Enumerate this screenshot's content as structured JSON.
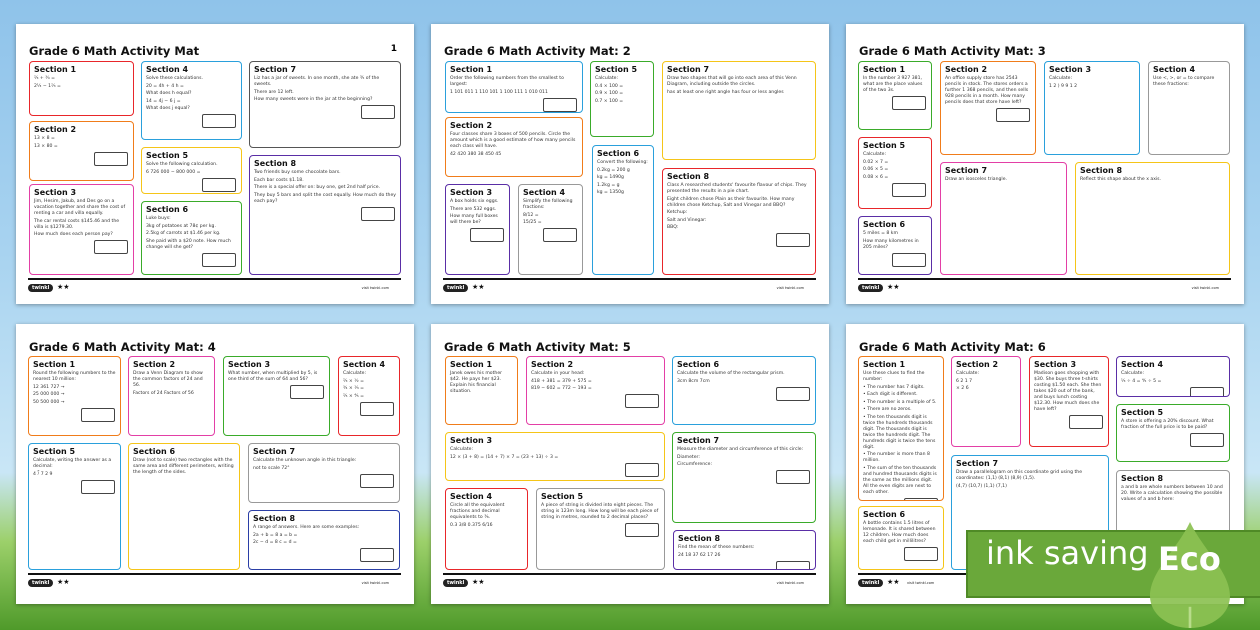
{
  "footer": {
    "logo": "twinkl",
    "stars": "★★",
    "site": "visit twinkl.com"
  },
  "badge": {
    "text": "ink saving",
    "eco": "Eco",
    "color": "#6aa83a"
  },
  "mats": [
    {
      "title": "Grade 6 Math Activity Mat",
      "page": "1",
      "sections": [
        {
          "h": "Section 1",
          "color": "#e8262a",
          "lines": [
            "⅔ + ¾ =",
            "2⅓ − 1⅔ ="
          ]
        },
        {
          "h": "Section 2",
          "color": "#f07c1a",
          "lines": [
            "",
            "13 × 8 =",
            "13 × 80 ="
          ]
        },
        {
          "h": "Section 3",
          "color": "#e33fa6",
          "lines": [
            "Jim, Hesim, Jakub, and Des go on a vacation together and share the cost of renting a car and villa equally.",
            "The car rental costs $145.46 and the villa is $1279.30.",
            "How much does each person pay?"
          ]
        },
        {
          "h": "Section 4",
          "color": "#2aa0dc",
          "lines": [
            "Solve these calculations.",
            "20 = 4h + 4    h =",
            "What does h equal?",
            "14 = 4j − 6    j =",
            "What does j equal?"
          ]
        },
        {
          "h": "Section 5",
          "color": "#f5c518",
          "lines": [
            "Solve the following calculation.",
            "6 726 000 − 800 000 ="
          ]
        },
        {
          "h": "Section 6",
          "color": "#3aab2a",
          "lines": [
            "Luke buys:",
            "3kg of potatoes at 78¢ per kg.",
            "2.5kg of carrots at $1.46 per kg.",
            "She paid with a $20 note. How much change will she get?"
          ]
        },
        {
          "h": "Section 7",
          "color": "#555555",
          "lines": [
            "Liz has a jar of sweets. In one month, she ate ⅗ of the sweets.",
            "There are 12 left.",
            "How many sweets were in the jar at the beginning?"
          ]
        },
        {
          "h": "Section 8",
          "color": "#5a2ea6",
          "lines": [
            "Two friends buy some chocolate bars.",
            "Each bar costs $1.18.",
            "There is a special offer on: buy one, get 2nd half price.",
            "They buy 5 bars and split the cost equally. How much do they each pay?"
          ]
        }
      ]
    },
    {
      "title": "Grade 6 Math Activity Mat: 2",
      "page": "",
      "sections": [
        {
          "h": "Section 1",
          "color": "#2aa0dc",
          "lines": [
            "Order the following numbers from the smallest to largest:",
            "1 101 011    1 110 101    1 100 111    1 010 011"
          ]
        },
        {
          "h": "Section 2",
          "color": "#f07c1a",
          "lines": [
            "Four classes share 3 boxes of 500 pencils. Circle the amount which is a good estimate of how many pencils each class will have.",
            "42    420    380    38    450    45"
          ]
        },
        {
          "h": "Section 3",
          "color": "#5a2ea6",
          "lines": [
            "A box holds six eggs.",
            "There are 532 eggs.",
            "How many full boxes will there be?"
          ]
        },
        {
          "h": "Section 4",
          "color": "#999999",
          "lines": [
            "Simplify the following fractions:",
            "8/12 =",
            "15/25 ="
          ]
        },
        {
          "h": "Section 5",
          "color": "#3aab2a",
          "lines": [
            "Calculate:",
            "0.4 × 100 =",
            "0.9 × 100 =",
            "0.7 × 100 ="
          ]
        },
        {
          "h": "Section 6",
          "color": "#2aa0dc",
          "lines": [
            "Convert the following:",
            "0.2kg = 200 g",
            "kg = 1490g",
            "1.2kg = g",
            "kg = 1350g"
          ]
        },
        {
          "h": "Section 7",
          "color": "#f5c518",
          "lines": [
            "Draw two shapes that will go into each area of this Venn Diagram, including outside the circles.",
            "has at least one right angle    has four or less angles"
          ]
        },
        {
          "h": "Section 8",
          "color": "#e8262a",
          "lines": [
            "Class A researched students' favourite flavour of chips. They presented the results in a pie chart.",
            "Eight children chose Plain as their favourite. How many children chose Ketchup, Salt and Vinegar and BBQ?",
            "Ketchup:",
            "Salt and Vinegar:",
            "BBQ:"
          ]
        }
      ]
    },
    {
      "title": "Grade 6 Math Activity Mat: 3",
      "page": "",
      "sections": [
        {
          "h": "Section 1",
          "color": "#3aab2a",
          "lines": [
            "In the number 3 927 381, what are the place values of the two 3s."
          ]
        },
        {
          "h": "Section 2",
          "color": "#f07c1a",
          "lines": [
            "An office supply store has 2543 pencils in stock. The stores orders a further 1 368 pencils, and then sells 928 pencils in a month. How many pencils does that store have left?"
          ]
        },
        {
          "h": "Section 3",
          "color": "#2aa0dc",
          "lines": [
            "Calculate:",
            "1 2 ) 9 9 1 2"
          ]
        },
        {
          "h": "Section 4",
          "color": "#999999",
          "lines": [
            "Use <, >, or = to compare these fractions:"
          ]
        },
        {
          "h": "Section 5",
          "color": "#e8262a",
          "lines": [
            "Calculate:",
            "0.02 × 7 =",
            "0.06 × 5 =",
            "0.08 × 6 ="
          ]
        },
        {
          "h": "Section 6",
          "color": "#5a2ea6",
          "lines": [
            "5 miles = 8 km",
            "How many kilometres in 205 miles?"
          ]
        },
        {
          "h": "Section 7",
          "color": "#e33fa6",
          "lines": [
            "Draw an isosceles triangle."
          ]
        },
        {
          "h": "Section 8",
          "color": "#f5c518",
          "lines": [
            "Reflect this shape about the x axis."
          ]
        }
      ]
    },
    {
      "title": "Grade 6 Math Activity Mat: 4",
      "page": "",
      "sections": [
        {
          "h": "Section 1",
          "color": "#f07c1a",
          "lines": [
            "Round the following numbers to the nearest 10 million:",
            "12 361 727 →",
            "25 000 000 →",
            "50 500 000 →"
          ]
        },
        {
          "h": "Section 2",
          "color": "#e33fa6",
          "lines": [
            "Draw a Venn Diagram to show the common factors of 24 and 56.",
            "Factors of 24    Factors of 56"
          ]
        },
        {
          "h": "Section 3",
          "color": "#3aab2a",
          "lines": [
            "What number, when multiplied by 5, is one third of the sum of 64 and 56?"
          ]
        },
        {
          "h": "Section 4",
          "color": "#e8262a",
          "lines": [
            "Calculate:",
            "⅔ × ½ =",
            "¾ × ⅓ =",
            "⅖ × ⅘ ="
          ]
        },
        {
          "h": "Section 5",
          "color": "#2aa0dc",
          "lines": [
            "Calculate, writing the answer as a decimal:",
            "4 ⟌ 7 2 9"
          ]
        },
        {
          "h": "Section 6",
          "color": "#f5c518",
          "lines": [
            "Draw (not to scale) two rectangles with the same area and different perimeters, writing the length of the sides."
          ]
        },
        {
          "h": "Section 7",
          "color": "#999999",
          "lines": [
            "Calculate the unknown angle in this triangle:",
            "not to scale    72°"
          ]
        },
        {
          "h": "Section 8",
          "color": "#2a3ea6",
          "lines": [
            "A range of answers. Here are some examples:",
            "2a + b = 8    a =    b =",
            "2c − d = 8    c =    d ="
          ]
        }
      ]
    },
    {
      "title": "Grade 6 Math Activity Mat: 5",
      "page": "",
      "sections": [
        {
          "h": "Section 1",
          "color": "#f07c1a",
          "lines": [
            "Janek owes his mother $42. He pays her $23. Explain his financial situation."
          ]
        },
        {
          "h": "Section 2",
          "color": "#e33fa6",
          "lines": [
            "Calculate in your head:",
            "418 + 381 =    379 + 575 =",
            "819 − 602 =    772 − 193 ="
          ]
        },
        {
          "h": "Section 3",
          "color": "#f5c518",
          "lines": [
            "Calculate:",
            "12 × (3 + 8) =    (14 + 7) × 7 =    (23 + 13) ÷ 3 ="
          ]
        },
        {
          "h": "Section 4",
          "color": "#e8262a",
          "lines": [
            "Circle all the equivalent fractions and decimal equivalents to ⅜.",
            "0.3    3/8    0.375    6/16"
          ]
        },
        {
          "h": "Section 5",
          "color": "#999999",
          "lines": [
            "A piece of string is divided into eight pieces. The string is 123m long. How long will be each piece of string in metres, rounded to 2 decimal places?"
          ]
        },
        {
          "h": "Section 6",
          "color": "#2aa0dc",
          "lines": [
            "Calculate the volume of the rectangular prism.",
            "3cm    8cm    7cm"
          ]
        },
        {
          "h": "Section 7",
          "color": "#3aab2a",
          "lines": [
            "Measure the diameter and circumference of this circle:",
            "Diameter:",
            "Circumference:"
          ]
        },
        {
          "h": "Section 8",
          "color": "#5a2ea6",
          "lines": [
            "Find the mean of these numbers:",
            "24    18    37    62    17    26"
          ]
        }
      ]
    },
    {
      "title": "Grade 6 Math Activity Mat: 6",
      "page": "",
      "sections": [
        {
          "h": "Section 1",
          "color": "#f07c1a",
          "lines": [
            "Use these clues to find the number:",
            "• The number has 7 digits.",
            "• Each digit is different.",
            "• The number is a multiple of 5.",
            "• There are no zeros.",
            "• The ten thousands digit is twice the hundreds thousands digit. The thousands digit is twice the hundreds digit. The hundreds digit is twice the tens digit.",
            "• The number is more than 8 million.",
            "• The sum of the ten thousands and hundred thousands digits is the same as the millions digit. All the even digits are next to each other."
          ]
        },
        {
          "h": "Section 2",
          "color": "#e33fa6",
          "lines": [
            "Calculate:",
            "6 2 1 7",
            "× 2 6"
          ]
        },
        {
          "h": "Section 3",
          "color": "#e8262a",
          "lines": [
            "Madison goes shopping with $30. She buys three t-shirts costing $1.50 each. She then takes $20 out of the bank, and buys lunch costing $12.30. How much does she have left?"
          ]
        },
        {
          "h": "Section 4",
          "color": "#5a2ea6",
          "lines": [
            "Calculate:",
            "⅓ ÷ 4 =    ⅘ ÷ 5 ="
          ]
        },
        {
          "h": "Section 5",
          "color": "#3aab2a",
          "lines": [
            "A store is offering a 20% discount. What fraction of the full price is to be paid?"
          ]
        },
        {
          "h": "Section 6",
          "color": "#f5c518",
          "lines": [
            "A bottle contains 1.5 litres of lemonade. It is shared between 12 children. How much does each child get in millilitres?"
          ]
        },
        {
          "h": "Section 7",
          "color": "#2aa0dc",
          "lines": [
            "Draw a parallelogram on this coordinate grid using the coordinates: (1,1) (8,1) (8,9) (1,5).",
            "(4,7)  (10,7)  (1,1)  (7,1)"
          ]
        },
        {
          "h": "Section 8",
          "color": "#999999",
          "lines": [
            "a and b are whole numbers between 10 and 20. Write a calculation showing the possible values of a and b here:"
          ]
        }
      ]
    }
  ]
}
